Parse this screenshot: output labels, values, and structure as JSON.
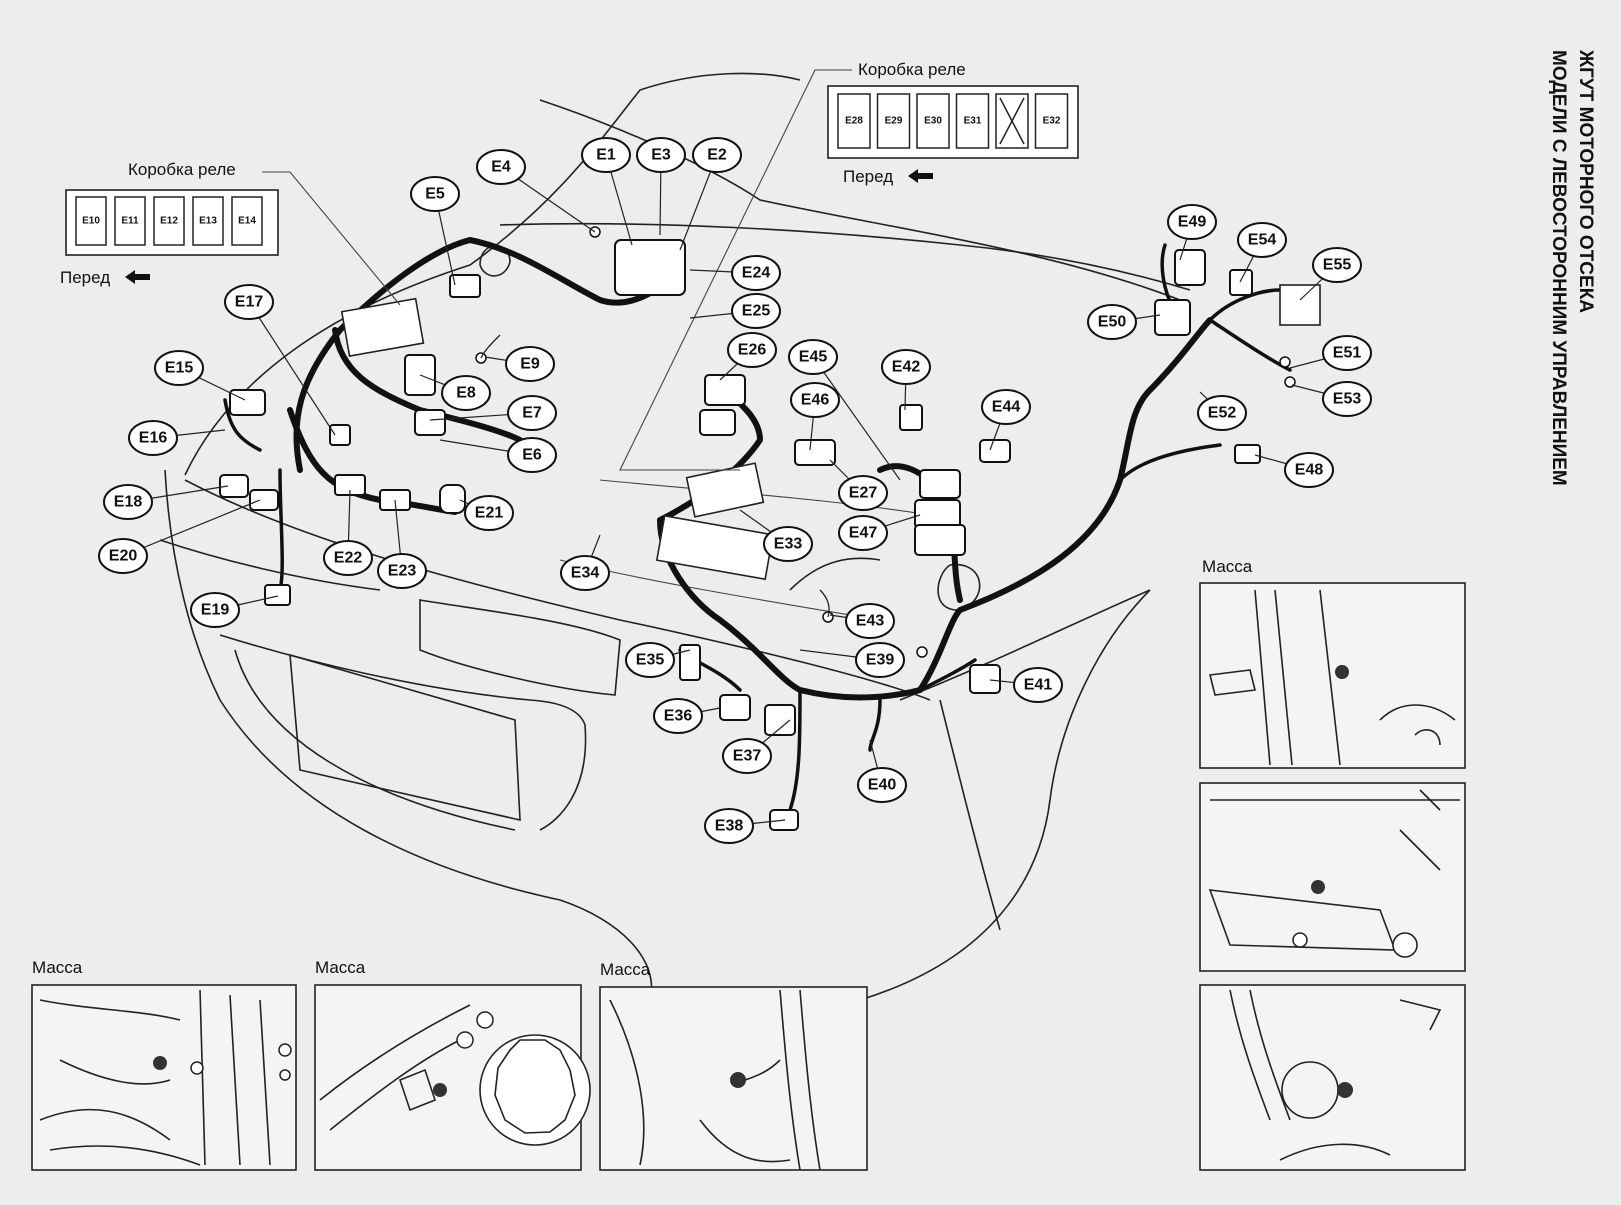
{
  "title": {
    "line1": "ЖГУТ МОТОРНОГО ОТСЕКА",
    "line2": "МОДЕЛИ С ЛЕВОСТОРОННИМ УПРАВЛЕНИЕМ"
  },
  "relay_box_left": {
    "label": "Коробка реле",
    "slots": [
      "E10",
      "E11",
      "E12",
      "E13",
      "E14"
    ],
    "front_label": "Перед"
  },
  "relay_box_right": {
    "label": "Коробка реле",
    "slots": [
      "E28",
      "E29",
      "E30",
      "E31",
      "",
      "E32"
    ],
    "front_label": "Перед"
  },
  "callouts": [
    {
      "id": "E1"
    },
    {
      "id": "E3"
    },
    {
      "id": "E2"
    },
    {
      "id": "E4"
    },
    {
      "id": "E5"
    },
    {
      "id": "E24"
    },
    {
      "id": "E25"
    },
    {
      "id": "E26"
    },
    {
      "id": "E45"
    },
    {
      "id": "E42"
    },
    {
      "id": "E17"
    },
    {
      "id": "E15"
    },
    {
      "id": "E9"
    },
    {
      "id": "E8"
    },
    {
      "id": "E7"
    },
    {
      "id": "E6"
    },
    {
      "id": "E16"
    },
    {
      "id": "E18"
    },
    {
      "id": "E20"
    },
    {
      "id": "E21"
    },
    {
      "id": "E22"
    },
    {
      "id": "E23"
    },
    {
      "id": "E19"
    },
    {
      "id": "E34"
    },
    {
      "id": "E33"
    },
    {
      "id": "E46"
    },
    {
      "id": "E27"
    },
    {
      "id": "E47"
    },
    {
      "id": "E44"
    },
    {
      "id": "E43"
    },
    {
      "id": "E35"
    },
    {
      "id": "E39"
    },
    {
      "id": "E41"
    },
    {
      "id": "E36"
    },
    {
      "id": "E37"
    },
    {
      "id": "E40"
    },
    {
      "id": "E38"
    },
    {
      "id": "E49"
    },
    {
      "id": "E54"
    },
    {
      "id": "E55"
    },
    {
      "id": "E50"
    },
    {
      "id": "E51"
    },
    {
      "id": "E53"
    },
    {
      "id": "E52"
    },
    {
      "id": "E48"
    }
  ],
  "ground_panels": [
    {
      "label": "Масса",
      "callout": "E4"
    },
    {
      "label": "Масса",
      "callout": "E9"
    },
    {
      "label": "Масса",
      "callout": "E51"
    },
    {
      "label": "Масса",
      "callout": "E53"
    },
    {
      "label": "",
      "callout": "E43"
    },
    {
      "label": "",
      "callout": "E39"
    }
  ]
}
